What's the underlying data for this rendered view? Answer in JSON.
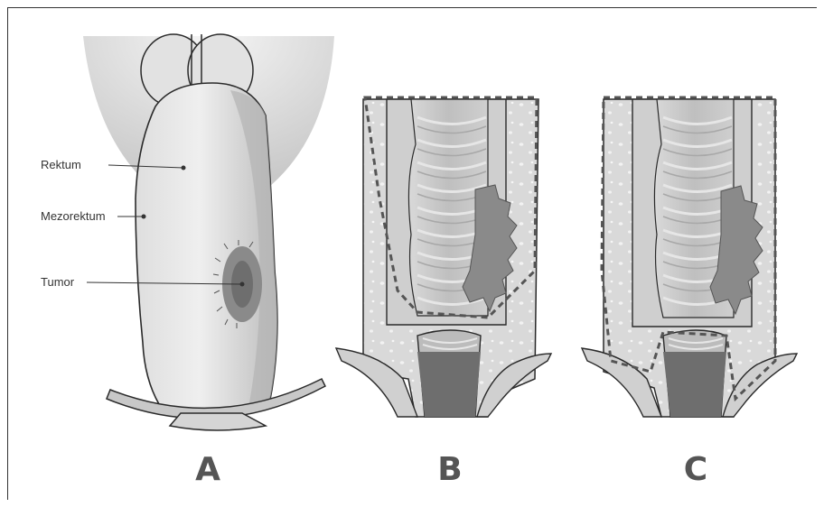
{
  "figure": {
    "labels": {
      "rectum": "Rektum",
      "mesorectum": "Mezorektum",
      "tumor": "Tumor"
    },
    "panels": [
      "A",
      "B",
      "C"
    ]
  },
  "colors": {
    "outline": "#2a2a2a",
    "mesorectum_fill": "#dcdcdc",
    "rectum_fill": "#c4c4c4",
    "tumor_fill": "#7a7a7a",
    "background": "#ffffff"
  }
}
